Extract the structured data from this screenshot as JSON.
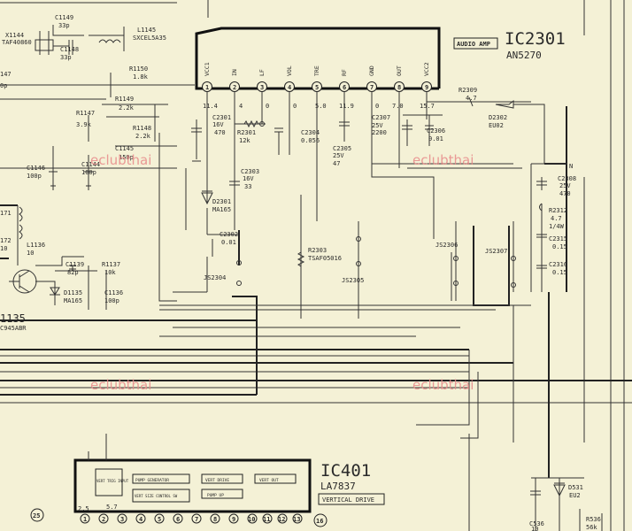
{
  "ic2301": {
    "ref": "IC2301",
    "part": "AN5270",
    "function_label": "AUDIO AMP",
    "pins": [
      {
        "num": "1",
        "label": "VCC1",
        "voltage": "11.4"
      },
      {
        "num": "2",
        "label": "IN",
        "voltage": "4"
      },
      {
        "num": "3",
        "label": "LF",
        "voltage": "0"
      },
      {
        "num": "4",
        "label": "VOL",
        "voltage": "0"
      },
      {
        "num": "5",
        "label": "TRE",
        "voltage": "5.0"
      },
      {
        "num": "6",
        "label": "RF",
        "voltage": "11.9"
      },
      {
        "num": "7",
        "label": "GND",
        "voltage": "0"
      },
      {
        "num": "8",
        "label": "OUT",
        "voltage": "7.0"
      },
      {
        "num": "9",
        "label": "VCC2",
        "voltage": "15.7"
      }
    ]
  },
  "ic401": {
    "ref": "IC401",
    "part": "LA7837",
    "function_label": "VERTICAL DRIVE",
    "blocks": [
      "PUMP GENERATOR",
      "VERT DRIVE",
      "VERT OUT",
      "VERT TRIG INPUT",
      "VERT SIZE CONTROL SW",
      "PUMP UP"
    ],
    "pins": [
      "1",
      "2",
      "3",
      "4",
      "5",
      "6",
      "7",
      "8",
      "9",
      "10",
      "11",
      "12",
      "13"
    ],
    "voltages": [
      "2.5",
      "5.7"
    ]
  },
  "components": [
    {
      "id": "c1149",
      "ref": "C1149",
      "value": "33p"
    },
    {
      "id": "x1144",
      "ref": "X1144",
      "value": "TAF40860"
    },
    {
      "id": "c1148",
      "ref": "C1148",
      "value": "33p"
    },
    {
      "id": "l1145",
      "ref": "L1145",
      "value": "SXCEL5A35"
    },
    {
      "id": "r1150",
      "ref": "R1150",
      "value": "1.8k"
    },
    {
      "id": "r1149",
      "ref": "R1149",
      "value": "2.2k"
    },
    {
      "id": "r1147",
      "ref": "R1147",
      "value": "3.9k"
    },
    {
      "id": "r1148",
      "ref": "R1148",
      "value": "2.2k"
    },
    {
      "id": "c1145",
      "ref": "C1145",
      "value": "150p"
    },
    {
      "id": "c1146",
      "ref": "C1146",
      "value": "100p"
    },
    {
      "id": "c1144",
      "ref": "C1144",
      "value": "100p"
    },
    {
      "id": "l1136",
      "ref": "L1136",
      "value": "10"
    },
    {
      "id": "c1139",
      "ref": "C1139",
      "value": "82p"
    },
    {
      "id": "r1137",
      "ref": "R1137",
      "value": "10k"
    },
    {
      "id": "d1135",
      "ref": "D1135",
      "value": "MA165"
    },
    {
      "id": "c1136",
      "ref": "C1136",
      "value": "100p"
    },
    {
      "id": "c2301",
      "ref": "C2301",
      "value": "16V 470"
    },
    {
      "id": "r2301",
      "ref": "R2301",
      "value": "12k"
    },
    {
      "id": "c2304",
      "ref": "C2304",
      "value": "0.056"
    },
    {
      "id": "c2305",
      "ref": "C2305",
      "value": "25V 47"
    },
    {
      "id": "c2307",
      "ref": "C2307",
      "value": "25V 2200"
    },
    {
      "id": "c2306",
      "ref": "C2306",
      "value": "0.01"
    },
    {
      "id": "r2309",
      "ref": "R2309",
      "value": "4.7"
    },
    {
      "id": "d2302",
      "ref": "D2302",
      "value": "EU02"
    },
    {
      "id": "c2303",
      "ref": "C2303",
      "value": "16V 33"
    },
    {
      "id": "d2301",
      "ref": "D2301",
      "value": "MA165"
    },
    {
      "id": "c2302",
      "ref": "C2302",
      "value": "0.01"
    },
    {
      "id": "r2303",
      "ref": "R2303",
      "value": "TSAF05016"
    },
    {
      "id": "c2308",
      "ref": "C2308",
      "value": "25V 470"
    },
    {
      "id": "r2312",
      "ref": "R2312",
      "value": "4.7 1/4W"
    },
    {
      "id": "c2315",
      "ref": "C2315",
      "value": "0.15"
    },
    {
      "id": "c2316",
      "ref": "C2316",
      "value": "0.15"
    },
    {
      "id": "d531",
      "ref": "D531",
      "value": "EU2"
    },
    {
      "id": "c536",
      "ref": "C536",
      "value": "10"
    },
    {
      "id": "r536",
      "ref": "R536",
      "value": "56k"
    }
  ],
  "jumpers": [
    "JS2304",
    "JS2305",
    "JS2306",
    "JS2307"
  ],
  "fragments": {
    "l1147_partial": "147",
    "c1147_val": "0p",
    "l1171": "171",
    "l1172": "172",
    "l1172_val": "10",
    "q1135": "1135",
    "q1135_part": "C945ABR",
    "n_mark": "N",
    "node_25": "25",
    "node_16": "16"
  },
  "watermarks": [
    "eclubthai",
    "eclubthai",
    "eclubthai",
    "eclubthai"
  ]
}
